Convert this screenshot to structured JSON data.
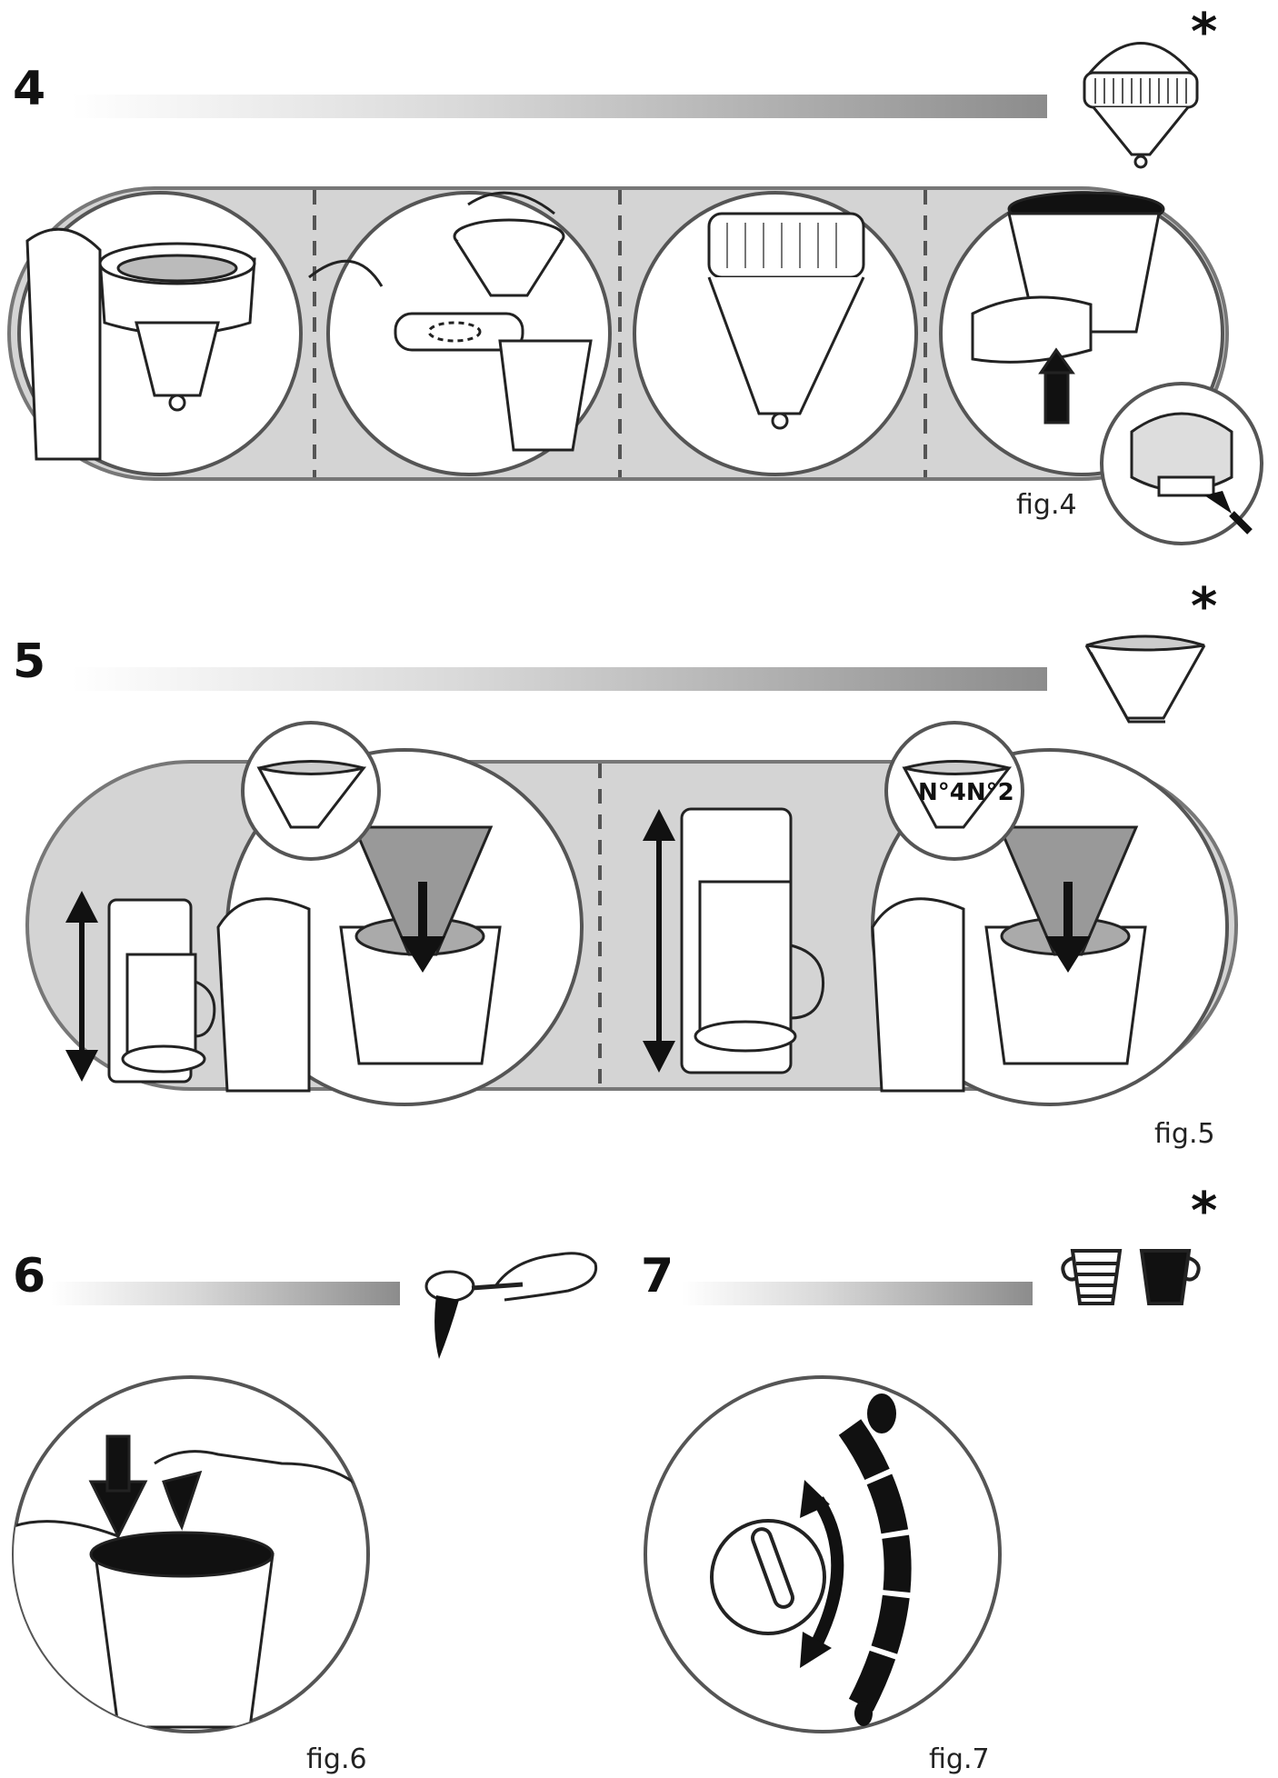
{
  "steps": {
    "s4": {
      "number": "4",
      "marker": "*",
      "figure": "fig.4"
    },
    "s5": {
      "number": "5",
      "marker": "*",
      "figure": "fig.5",
      "filter_label": "N°4N°2"
    },
    "s6": {
      "number": "6",
      "figure": "fig.6"
    },
    "s7": {
      "number": "7",
      "marker": "*",
      "figure": "fig.7"
    }
  },
  "icons": {
    "s4": [
      "filter-basket-icon"
    ],
    "s5": [
      "paper-filter-icon"
    ],
    "s6": [
      "coffee-spoon-icon"
    ],
    "s7": [
      "mild-cup-icon",
      "strong-cup-icon"
    ]
  }
}
